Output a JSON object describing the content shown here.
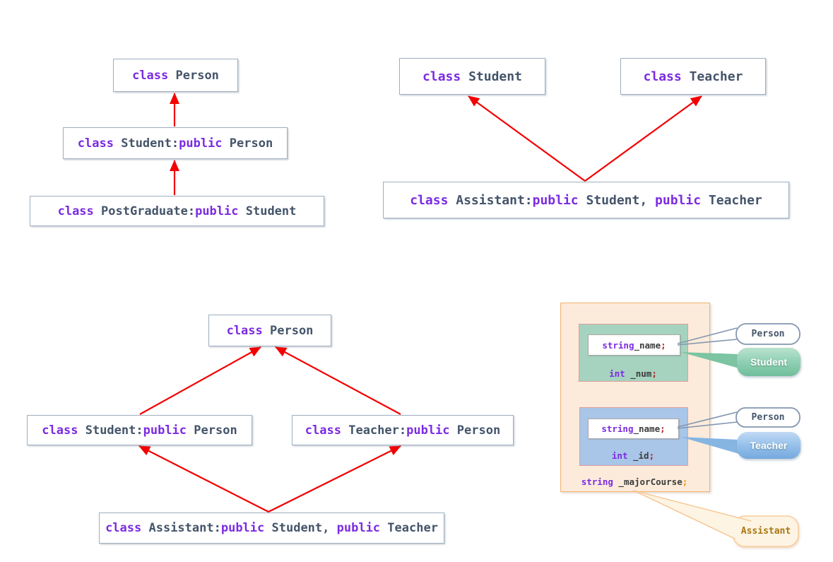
{
  "palette": {
    "keyword": "#7B2BE2",
    "identifier": "#44546A",
    "member_text": "#3C3C3C",
    "semicolon": "#B22222",
    "semicolon_orange": "#E8960C",
    "arrow_red": "#F40000",
    "class_box_border": "#9FAEC0",
    "assistant_region_fill": "#FCEBDA",
    "assistant_region_border": "#F3B26F",
    "student_region_fill": "#A6D3BF",
    "teacher_region_fill": "#A9C5E8",
    "region_inner_border": "#DE9E9E",
    "person_callout_border": "#8496B0",
    "student_callout_fill": "#7CC4A2",
    "teacher_callout_fill": "#86B5E2",
    "assistant_callout_fill": "#FEF4E4",
    "assistant_callout_border": "#F6C48E",
    "assistant_callout_text": "#A8760F"
  },
  "single_inheritance": {
    "person": {
      "kw": "class",
      "name": " Person"
    },
    "student": {
      "kw1": "class",
      "id1": " Student:",
      "kw2": "public",
      "id2": " Person"
    },
    "postgraduate": {
      "kw1": "class",
      "id1": " PostGraduate:",
      "kw2": "public",
      "id2": " Student"
    }
  },
  "multiple_inheritance": {
    "student": {
      "kw": "class",
      "name": " Student"
    },
    "teacher": {
      "kw": "class",
      "name": " Teacher"
    },
    "assistant": {
      "kw1": "class",
      "id1": " Assistant:",
      "kw2": "public",
      "id2": " Student, ",
      "kw3": "public",
      "id3": " Teacher"
    }
  },
  "diamond_inheritance": {
    "person": {
      "kw": "class",
      "name": " Person"
    },
    "student": {
      "kw1": "class",
      "id1": " Student:",
      "kw2": "public",
      "id2": " Person"
    },
    "teacher": {
      "kw1": "class",
      "id1": " Teacher:",
      "kw2": "public",
      "id2": " Person"
    },
    "assistant": {
      "kw1": "class",
      "id1": " Assistant:",
      "kw2": "public",
      "id2": " Student, ",
      "kw3": "public",
      "id3": " Teacher"
    }
  },
  "memory_layout": {
    "student_part": {
      "name_kw": "string",
      "name_id": " _name",
      "name_semi": ";",
      "num_kw": "int",
      "num_id": " _num",
      "num_semi": ";"
    },
    "teacher_part": {
      "name_kw": "string",
      "name_id": " _name",
      "name_semi": ";",
      "id_kw": "int",
      "id_id": " _id",
      "id_semi": ";"
    },
    "assistant_part": {
      "kw": "string",
      "id": " _majorCourse",
      "semi": ";"
    },
    "callouts": {
      "person_top": "Person",
      "student": "Student",
      "person_bottom": "Person",
      "teacher": "Teacher",
      "assistant": "Assistant"
    }
  }
}
